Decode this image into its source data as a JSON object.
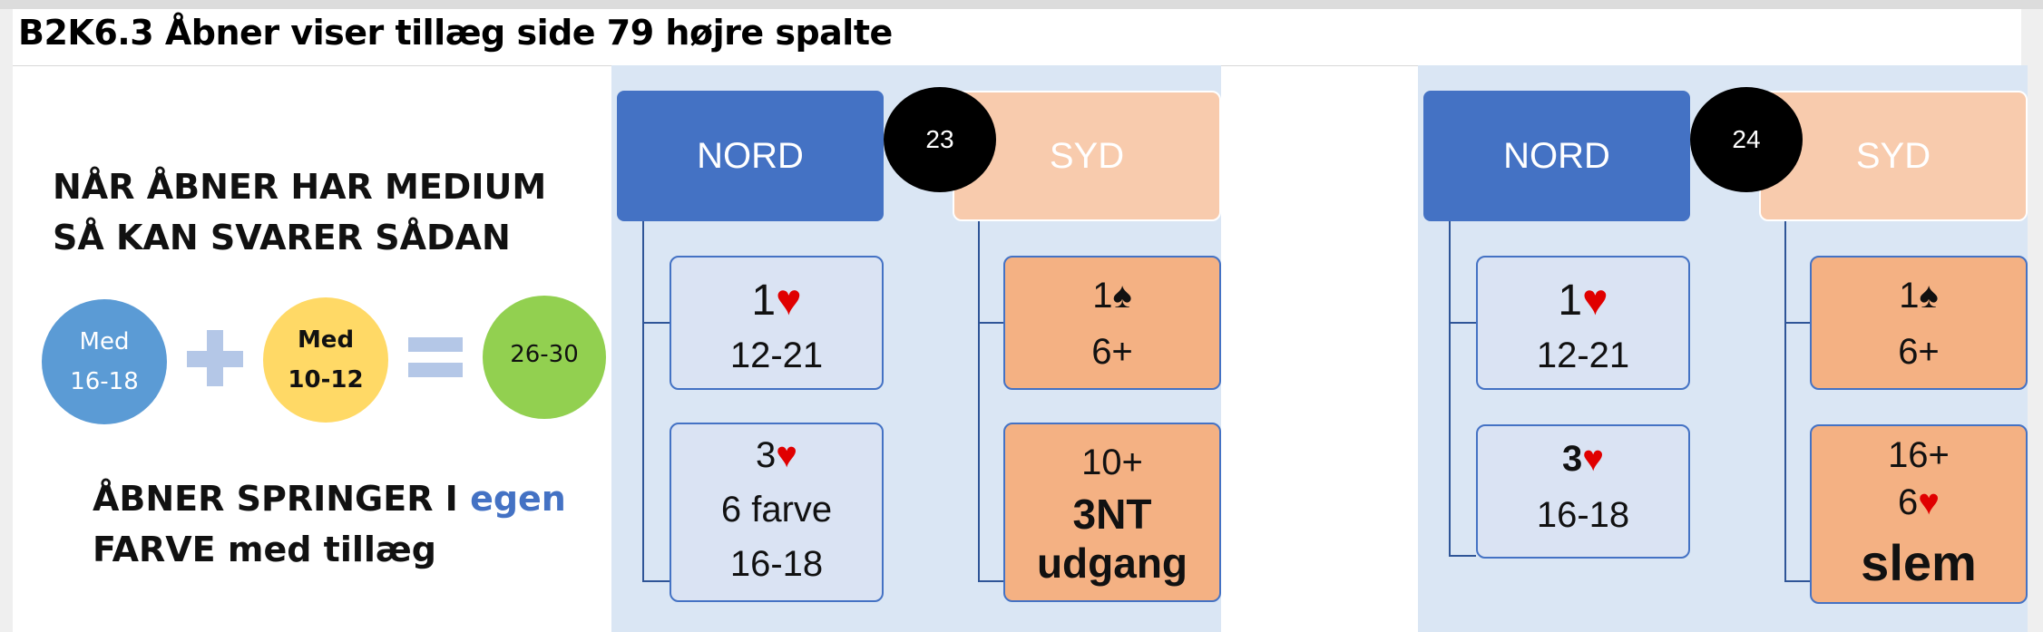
{
  "title": "B2K6.3 Åbner viser tillæg side 79 højre spalte",
  "heading": {
    "line1": "NÅR ÅBNER HAR MEDIUM",
    "line2": "SÅ KAN SVARER SÅDAN"
  },
  "circles": {
    "first": {
      "line1": "Med",
      "line2": "16-18"
    },
    "second": {
      "line1": "Med",
      "line2": "10-12"
    },
    "result": {
      "label": "26-30"
    }
  },
  "note": {
    "line1_pre": "ÅBNER SPRINGER I ",
    "line1_accent": "egen",
    "line2": "FARVE med tillæg"
  },
  "heart": "♥",
  "spade": "♠",
  "diagrams": [
    {
      "number": "23",
      "nord": "NORD",
      "syd": "SYD",
      "n1": {
        "bid": "1",
        "points": "12-21"
      },
      "s1": {
        "bid": "1",
        "points": "6+"
      },
      "n2": {
        "bid": "3",
        "line2": "6 farve",
        "line3": "16-18"
      },
      "s2": {
        "line1": "10+",
        "line2": "3NT",
        "line3": "udgang"
      }
    },
    {
      "number": "24",
      "nord": "NORD",
      "syd": "SYD",
      "n1": {
        "bid": "1",
        "points": "12-21"
      },
      "s1": {
        "bid": "1",
        "points": "6+"
      },
      "n2": {
        "bid": "3",
        "line2": "16-18"
      },
      "s2": {
        "line1": "16+",
        "line2": "6",
        "line3": "slem"
      }
    }
  ],
  "colors": {
    "nord": "#4472c4",
    "syd": "#f8cbad",
    "suit_red": "#e00000",
    "accent": "#4472c4"
  }
}
